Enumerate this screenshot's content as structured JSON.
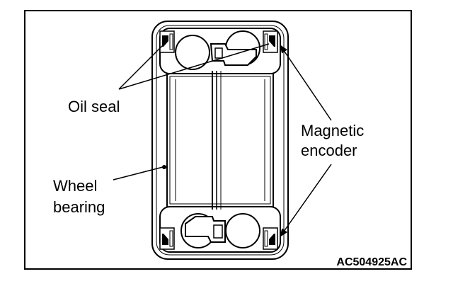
{
  "labels": {
    "oil_seal": "Oil seal",
    "magnetic_encoder_line1": "Magnetic",
    "magnetic_encoder_line2": "encoder",
    "wheel_bearing_line1": "Wheel",
    "wheel_bearing_line2": "bearing"
  },
  "figure_code": "AC504925AC",
  "colors": {
    "line": "#000000",
    "background": "#ffffff"
  }
}
